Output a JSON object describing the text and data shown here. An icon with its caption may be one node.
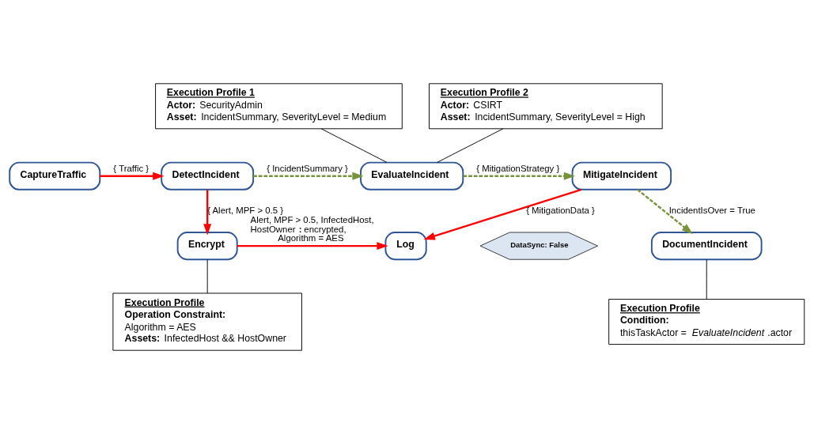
{
  "diagram": {
    "nodes": [
      {
        "text": [
          "CaptureTraffic"
        ]
      },
      {
        "text": [
          "DetectIncident"
        ]
      },
      {
        "text": [
          "EvaluateIncident"
        ]
      },
      {
        "text": [
          "MitigateIncident"
        ]
      },
      {
        "text": [
          "Encrypt"
        ]
      },
      {
        "text": [
          "Log"
        ]
      },
      {
        "text": [
          "DocumentIncident"
        ]
      },
      {
        "text": [
          "DataSync: False"
        ]
      },
      {
        "text": [
          "Execution Profile 1",
          "**Actor:** SecurityAdmin",
          "**Asset:** IncidentSummary, SeverityLevel = Medium"
        ]
      },
      {
        "text": [
          "Execution Profile 2",
          "**Actor:** CSIRT",
          "**Asset:** IncidentSummary, SeverityLevel = High"
        ]
      },
      {
        "text": [
          "Execution Profile",
          "**Operation Constraint:**",
          "Algorithm = AES",
          "**Assets:** InfectedHost && HostOwner"
        ]
      },
      {
        "text": [
          "Execution Profile",
          "**Condition:**",
          "thisTaskActor = *EvaluateIncident*.actor"
        ]
      }
    ],
    "edges": [
      {
        "from": 0,
        "to": 1,
        "arrow": "to",
        "label": "{ Traffic }",
        "color": "#ff0000"
      },
      {
        "from": 1,
        "to": 2,
        "arrow": "to",
        "label": "{ IncidentSummary }",
        "style": "dashed",
        "color": "#77933c"
      },
      {
        "from": 2,
        "to": 3,
        "arrow": "to",
        "label": "{ MitigationStrategy }",
        "style": "dashed",
        "color": "#77933c"
      },
      {
        "from": 1,
        "to": 4,
        "arrow": "to",
        "label": "{ Alert, MPF > 0.5 }",
        "color": "#ff0000"
      },
      {
        "from": 3,
        "to": 5,
        "arrow": "to",
        "label": "{ MitigationData }",
        "color": "#ff0000"
      },
      {
        "from": 4,
        "to": 5,
        "arrow": "to",
        "label": "Alert, MPF > 0.5, InfectedHost, HostOwner **:** encrypted, Algorithm = AES",
        "color": "#ff0000"
      },
      {
        "from": 3,
        "to": 6,
        "arrow": "to",
        "label": "IncidentIsOver = True",
        "style": "dashed",
        "color": "#77933c"
      },
      {
        "from": 8,
        "to": 2,
        "arrow": "none",
        "color": "#000000"
      },
      {
        "from": 9,
        "to": 2,
        "arrow": "none",
        "color": "#000000"
      },
      {
        "from": 10,
        "to": 4,
        "arrow": "none",
        "color": "#000000"
      },
      {
        "from": 11,
        "to": 6,
        "arrow": "none",
        "color": "#000000"
      }
    ]
  }
}
